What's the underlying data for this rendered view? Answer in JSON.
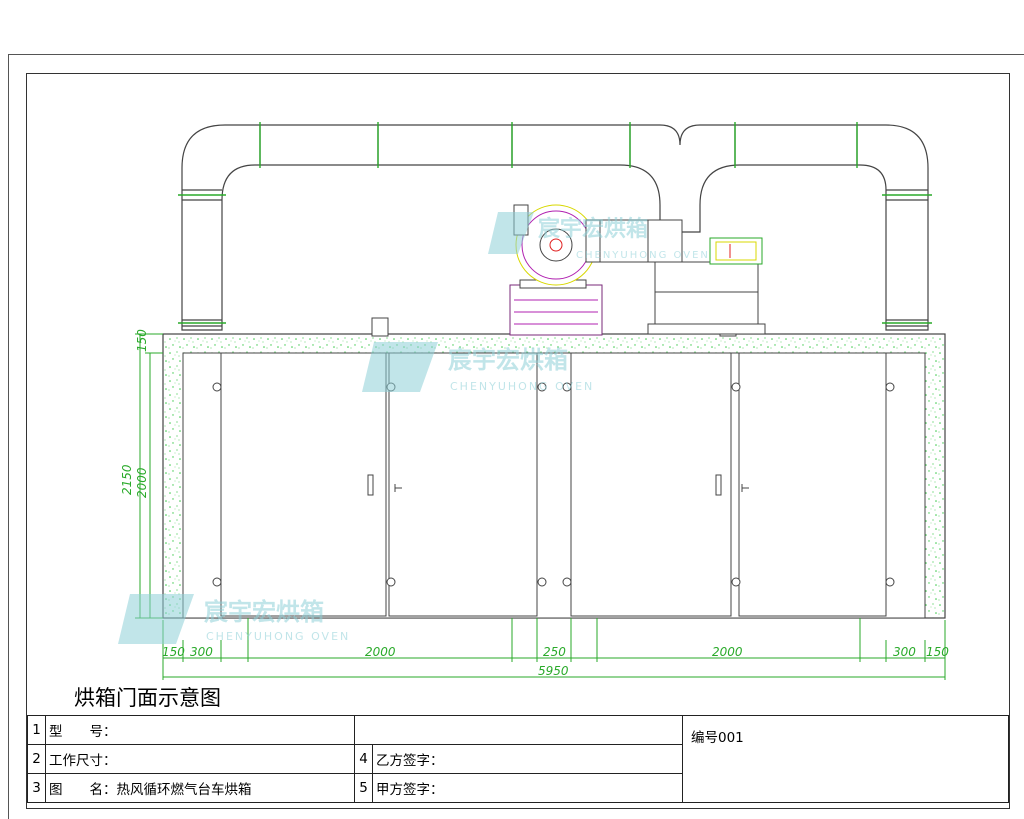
{
  "dimensions": {
    "total_width": "5950",
    "segments": [
      "150",
      "300",
      "2000",
      "250",
      "2000",
      "300",
      "150"
    ],
    "height_outer": "2150",
    "height_inner": "2000",
    "top_thickness": "150"
  },
  "watermark": {
    "brand": "宸宇宏烘箱",
    "sub": "CHENYUHONG OVEN"
  },
  "drawing_title": "烘箱门面示意图",
  "title_block": {
    "rows": [
      {
        "num": "1",
        "label": "型　　号："
      },
      {
        "num": "2",
        "label": "工作尺寸："
      },
      {
        "num": "3",
        "label": "图　　名：热风循环燃气台车烘箱"
      }
    ],
    "mid_rows": [
      {
        "num": "4",
        "label": "乙方签字："
      },
      {
        "num": "5",
        "label": "甲方签字："
      }
    ],
    "drawing_no": "编号001"
  },
  "colors": {
    "line": "#333333",
    "dim": "#2aaa2a",
    "insulation": "#3cc94a",
    "burner_magenta": "#b020b0",
    "burner_yellow": "#d8d800",
    "burner_red": "#e02020",
    "watermark": "#8fd0d8"
  }
}
